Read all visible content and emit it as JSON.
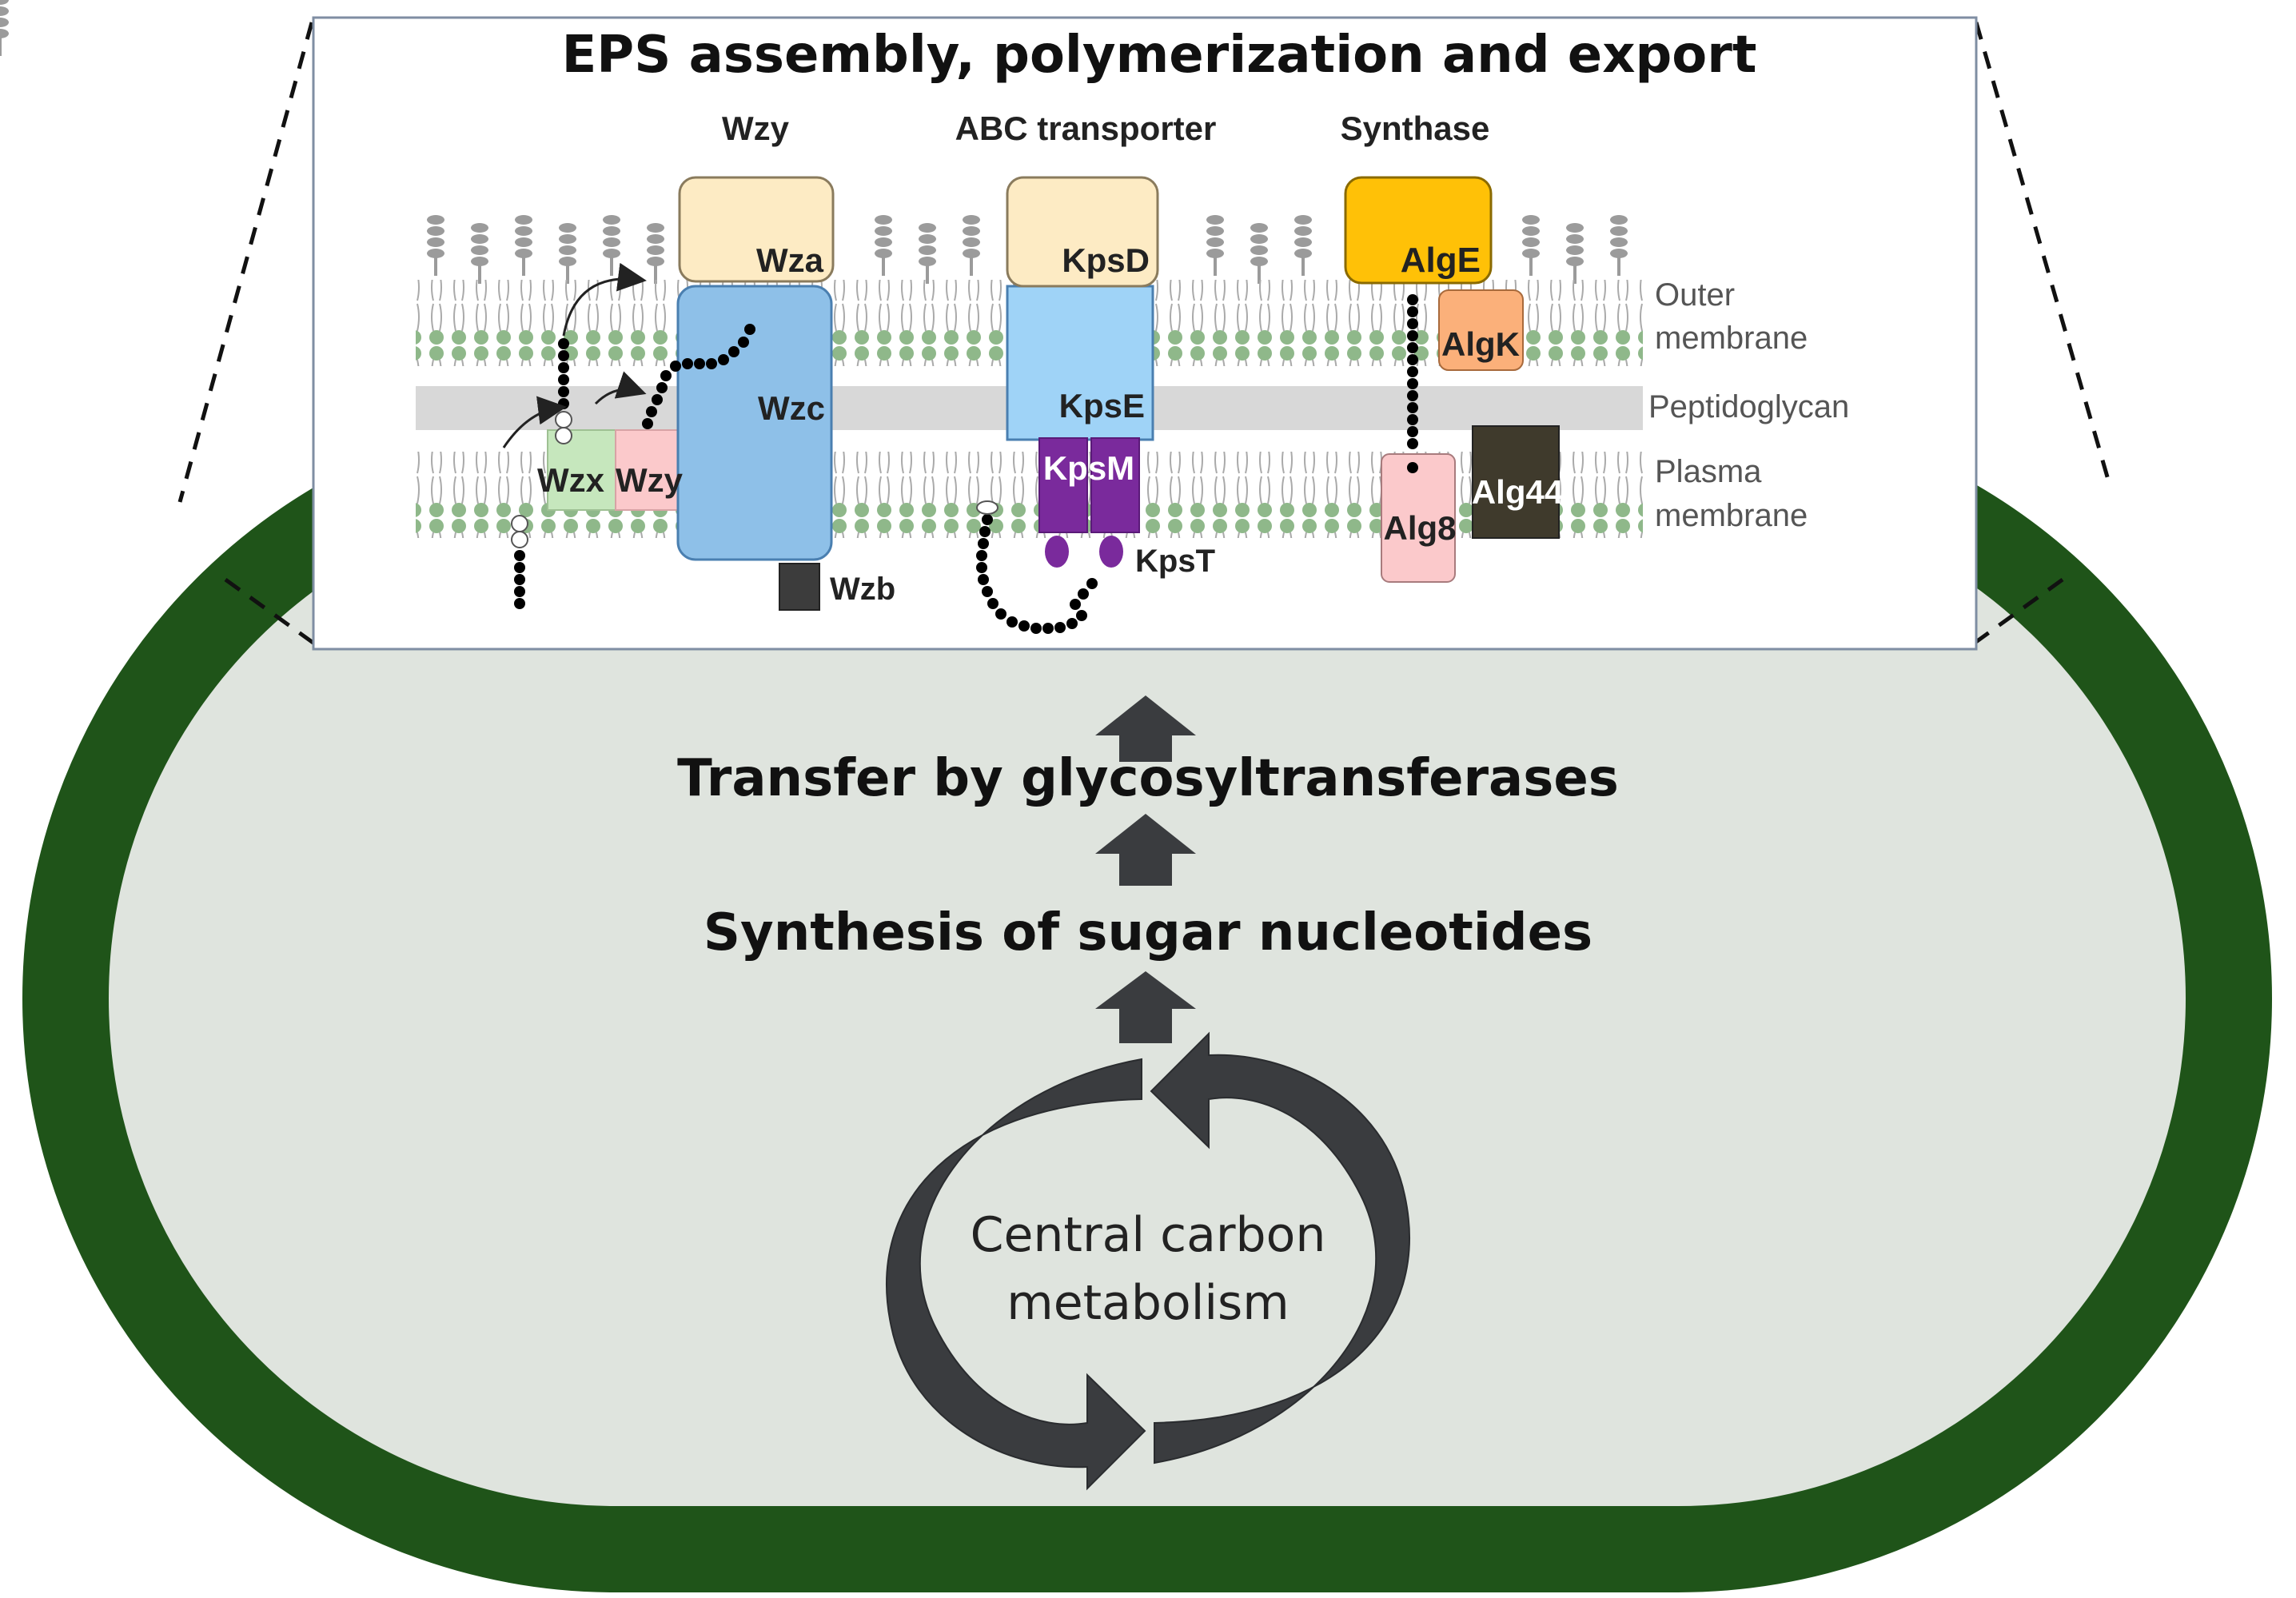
{
  "title": "EPS assembly, polymerization and export",
  "systems": {
    "wzy": "Wzy",
    "abc": "ABC transporter",
    "synthase": "Synthase"
  },
  "proteins": {
    "wza": "Wza",
    "wzc": "Wzc",
    "wzx": "Wzx",
    "wzy": "Wzy",
    "wzb": "Wzb",
    "kpsd": "KpsD",
    "kpse": "KpsE",
    "kpsm": "KpsM",
    "kpst": "KpsT",
    "alge": "AlgE",
    "algk": "AlgK",
    "alg8": "Alg8",
    "alg44": "Alg44"
  },
  "layers": {
    "outer_1": "Outer",
    "outer_2": "membrane",
    "peptidoglycan": "Peptidoglycan",
    "plasma_1": "Plasma",
    "plasma_2": "membrane"
  },
  "flow": {
    "step_transfer": "Transfer by glycosyltransferases",
    "step_synthesis": "Synthesis of sugar nucleotides",
    "central_1": "Central carbon",
    "central_2": "metabolism"
  },
  "colors": {
    "cell_wall": "#1f5419",
    "cytoplasm": "#dfe4de",
    "arrow": "#3a3c3f",
    "wza": "#fdebc4",
    "wzc": "#8ec0e8",
    "wzx": "#c6e7bd",
    "wzy": "#fbc9cb",
    "kpsd": "#fdebc4",
    "kpse": "#9fd3f7",
    "kpsm": "#7a2a9c",
    "alge": "#ffc107",
    "algk": "#fbb07a",
    "alg8": "#fbc9cb",
    "alg44": "#3f3a2c",
    "peptidoglycan": "#d8d8d8",
    "lipid_head": "#8fb88a"
  }
}
